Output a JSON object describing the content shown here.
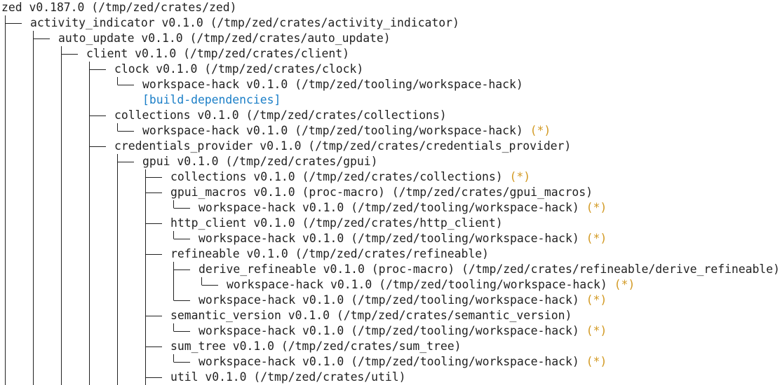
{
  "colors": {
    "text": "#222222",
    "dedupe_marker": "#d29922",
    "section_header": "#1a7ec7",
    "background": "#ffffff"
  },
  "tree": {
    "lines": [
      {
        "depth": 0,
        "text": "zed v0.187.0 (/tmp/zed/crates/zed)"
      },
      {
        "depth": 1,
        "text": "activity_indicator v0.1.0 (/tmp/zed/crates/activity_indicator)"
      },
      {
        "depth": 2,
        "text": "auto_update v0.1.0 (/tmp/zed/crates/auto_update)"
      },
      {
        "depth": 3,
        "text": "client v0.1.0 (/tmp/zed/crates/client)"
      },
      {
        "depth": 4,
        "text": "clock v0.1.0 (/tmp/zed/crates/clock)"
      },
      {
        "depth": 5,
        "last": true,
        "text": "workspace-hack v0.1.0 (/tmp/zed/tooling/workspace-hack)"
      },
      {
        "depth": 5,
        "header": true,
        "text": "[build-dependencies]"
      },
      {
        "depth": 4,
        "text": "collections v0.1.0 (/tmp/zed/crates/collections)"
      },
      {
        "depth": 5,
        "last": true,
        "text": "workspace-hack v0.1.0 (/tmp/zed/tooling/workspace-hack)",
        "mark": "(*)"
      },
      {
        "depth": 4,
        "text": "credentials_provider v0.1.0 (/tmp/zed/crates/credentials_provider)"
      },
      {
        "depth": 5,
        "text": "gpui v0.1.0 (/tmp/zed/crates/gpui)"
      },
      {
        "depth": 6,
        "text": "collections v0.1.0 (/tmp/zed/crates/collections)",
        "mark": "(*)"
      },
      {
        "depth": 6,
        "text": "gpui_macros v0.1.0 (proc-macro) (/tmp/zed/crates/gpui_macros)"
      },
      {
        "depth": 7,
        "last": true,
        "text": "workspace-hack v0.1.0 (/tmp/zed/tooling/workspace-hack)",
        "mark": "(*)"
      },
      {
        "depth": 6,
        "text": "http_client v0.1.0 (/tmp/zed/crates/http_client)"
      },
      {
        "depth": 7,
        "last": true,
        "text": "workspace-hack v0.1.0 (/tmp/zed/tooling/workspace-hack)",
        "mark": "(*)"
      },
      {
        "depth": 6,
        "text": "refineable v0.1.0 (/tmp/zed/crates/refineable)"
      },
      {
        "depth": 7,
        "text": "derive_refineable v0.1.0 (proc-macro) (/tmp/zed/crates/refineable/derive_refineable)"
      },
      {
        "depth": 8,
        "last": true,
        "text": "workspace-hack v0.1.0 (/tmp/zed/tooling/workspace-hack)",
        "mark": "(*)"
      },
      {
        "depth": 7,
        "last": true,
        "text": "workspace-hack v0.1.0 (/tmp/zed/tooling/workspace-hack)",
        "mark": "(*)"
      },
      {
        "depth": 6,
        "text": "semantic_version v0.1.0 (/tmp/zed/crates/semantic_version)"
      },
      {
        "depth": 7,
        "last": true,
        "text": "workspace-hack v0.1.0 (/tmp/zed/tooling/workspace-hack)",
        "mark": "(*)"
      },
      {
        "depth": 6,
        "text": "sum_tree v0.1.0 (/tmp/zed/crates/sum_tree)"
      },
      {
        "depth": 7,
        "last": true,
        "text": "workspace-hack v0.1.0 (/tmp/zed/tooling/workspace-hack)",
        "mark": "(*)"
      },
      {
        "depth": 6,
        "text": "util v0.1.0 (/tmp/zed/crates/util)"
      }
    ]
  }
}
